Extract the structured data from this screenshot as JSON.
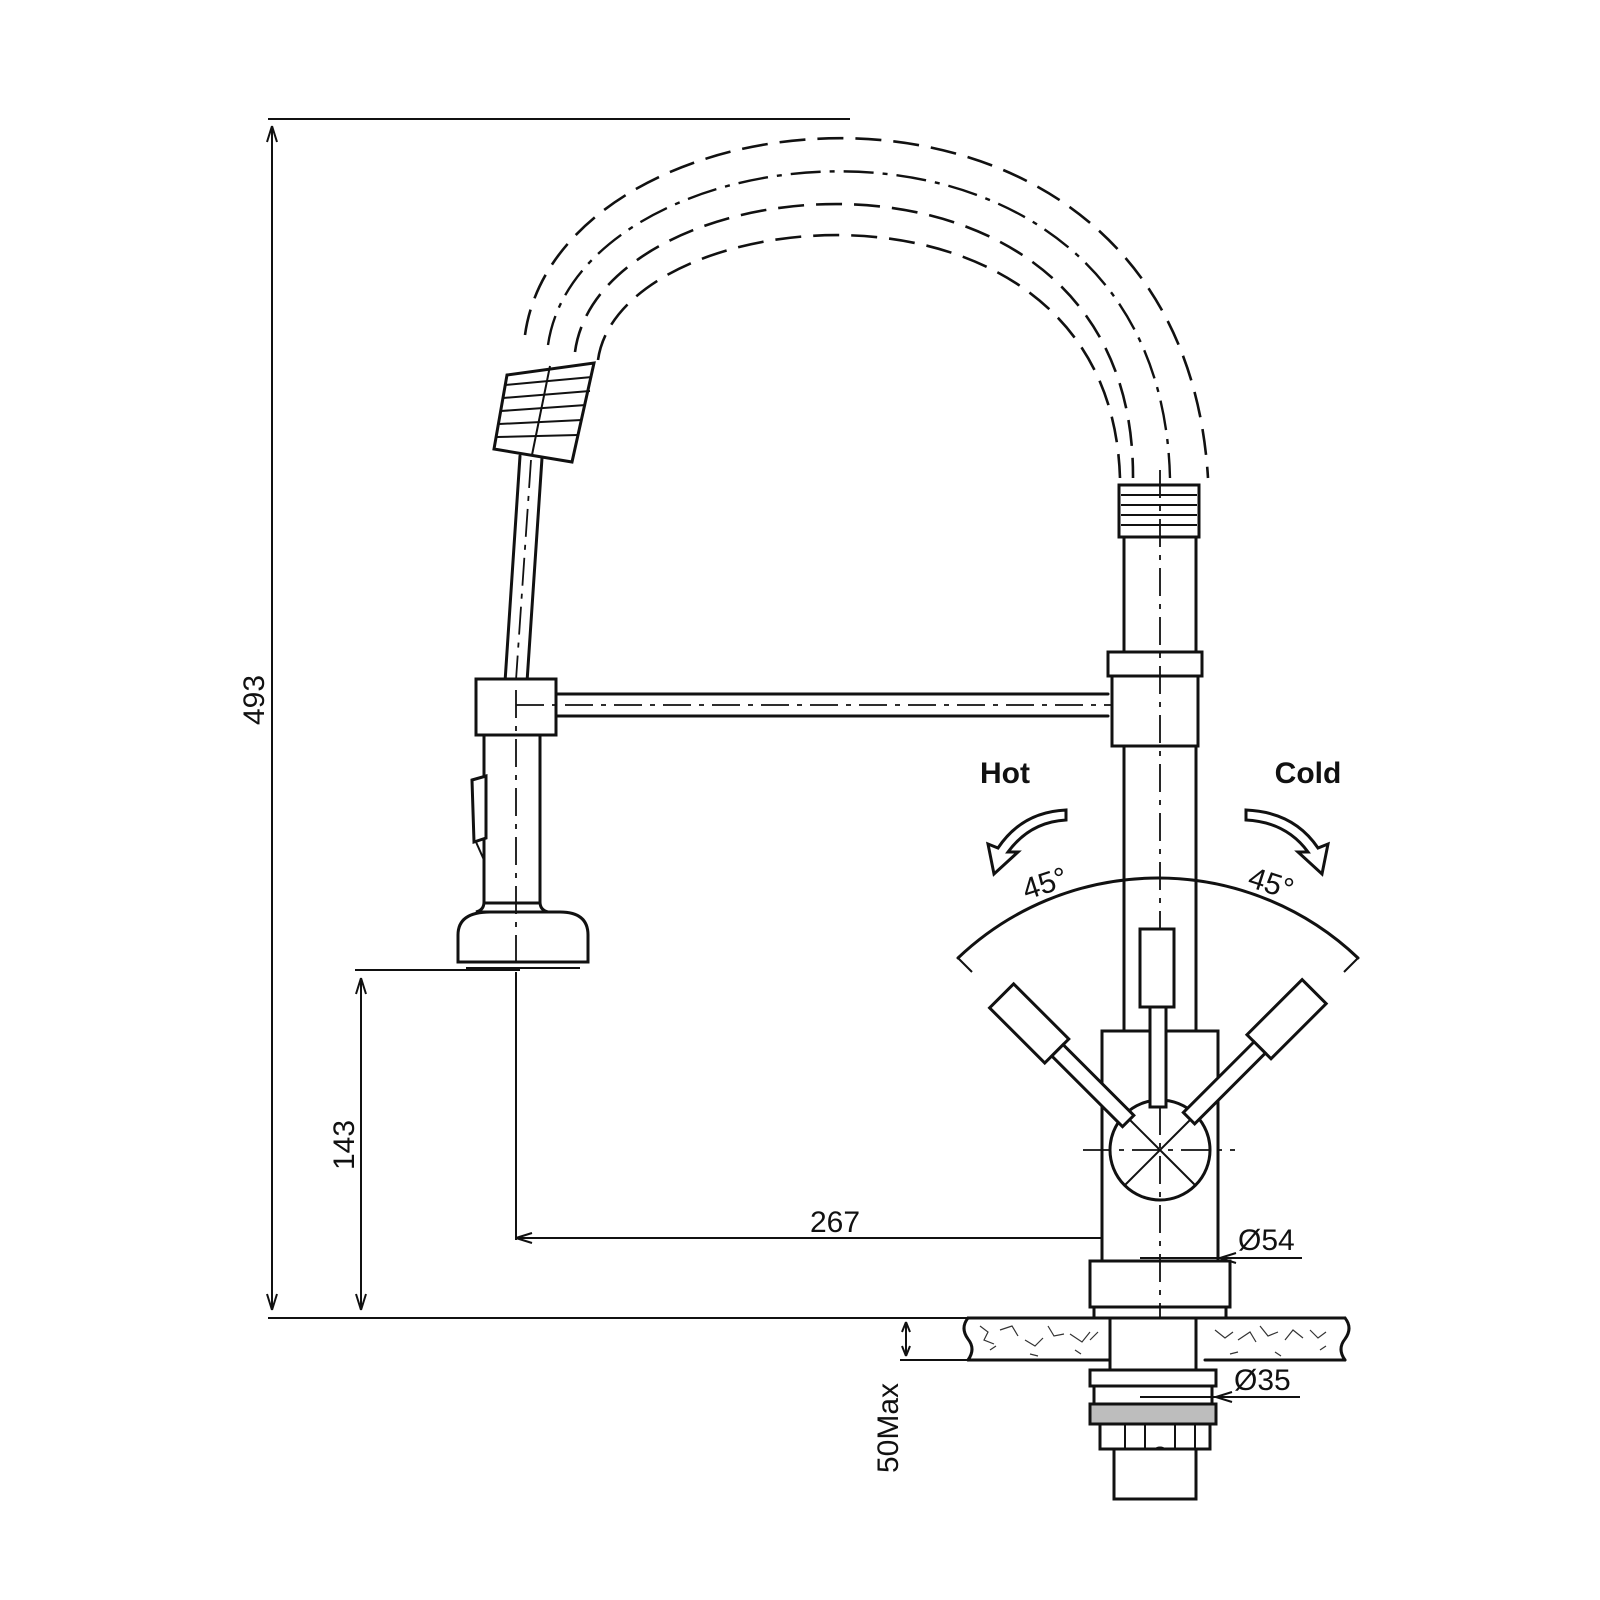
{
  "dimensions": {
    "total_height": "493",
    "spout_height": "143",
    "spout_reach": "267",
    "base_diameter": "Ø54",
    "shank_diameter": "Ø35",
    "max_thickness": "50Max"
  },
  "handle": {
    "hot_label": "Hot",
    "cold_label": "Cold",
    "hot_angle": "45°",
    "cold_angle": "45°"
  },
  "colors": {
    "line": "#111111",
    "background": "#ffffff"
  }
}
